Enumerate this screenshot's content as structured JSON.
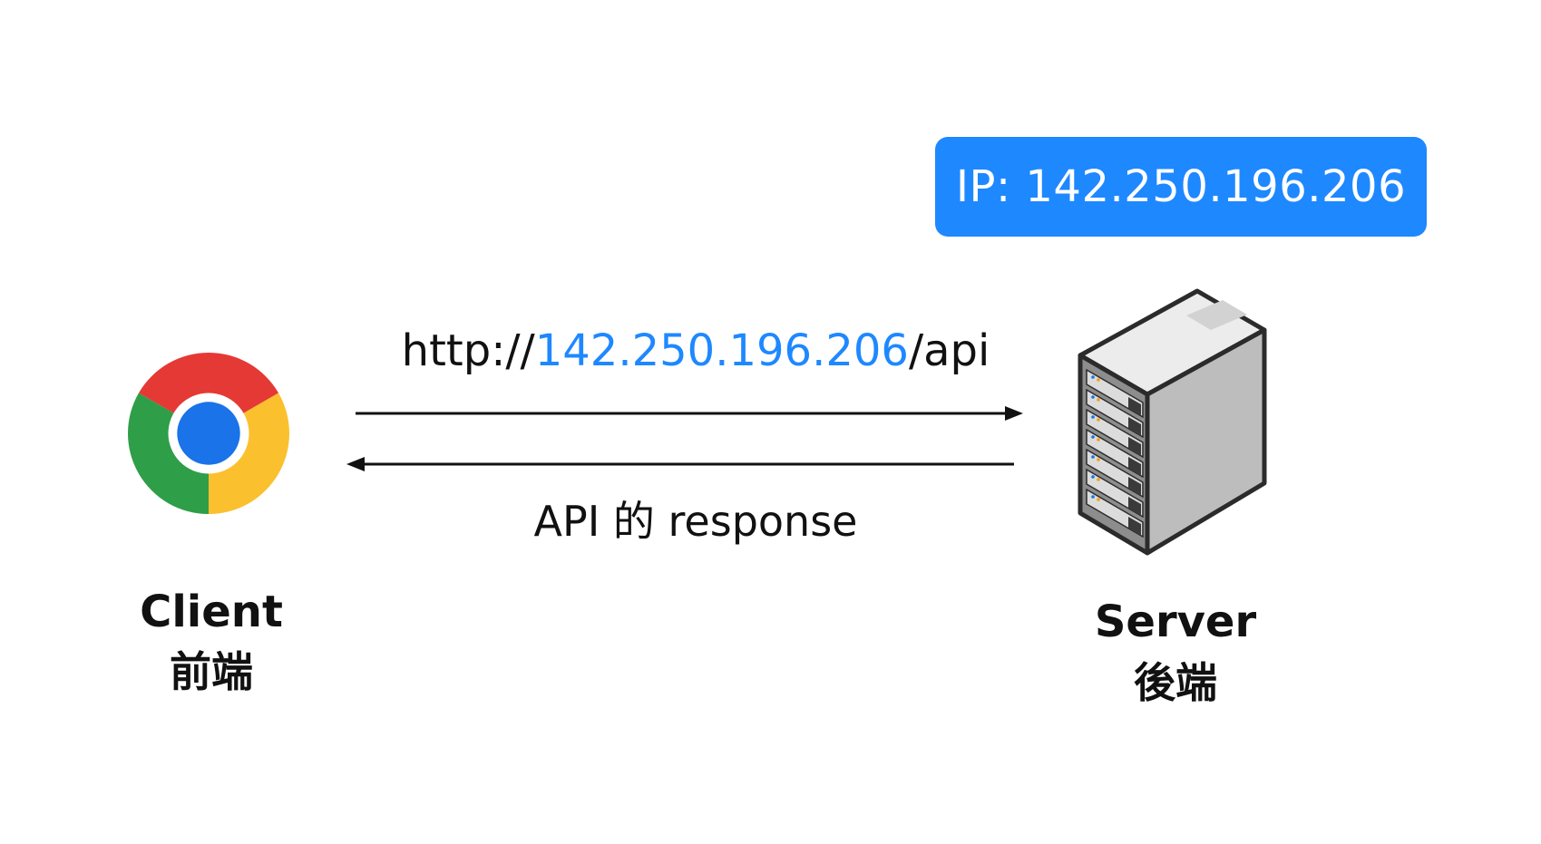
{
  "server_info": {
    "ip_badge": "IP: 142.250.196.206"
  },
  "request": {
    "url_prefix": "http://",
    "url_ip": "142.250.196.206",
    "url_suffix": "/api"
  },
  "response": {
    "label": "API 的 response"
  },
  "client": {
    "name": "Client",
    "subtitle": "前端",
    "icon": "chrome-browser-icon"
  },
  "server": {
    "name": "Server",
    "subtitle": "後端",
    "icon": "server-rack-icon"
  },
  "colors": {
    "accent": "#1e88ff",
    "text": "#111111",
    "chrome_red": "#e53935",
    "chrome_green": "#2e9e48",
    "chrome_yellow": "#fbc02d",
    "chrome_blue": "#1a73e8"
  }
}
